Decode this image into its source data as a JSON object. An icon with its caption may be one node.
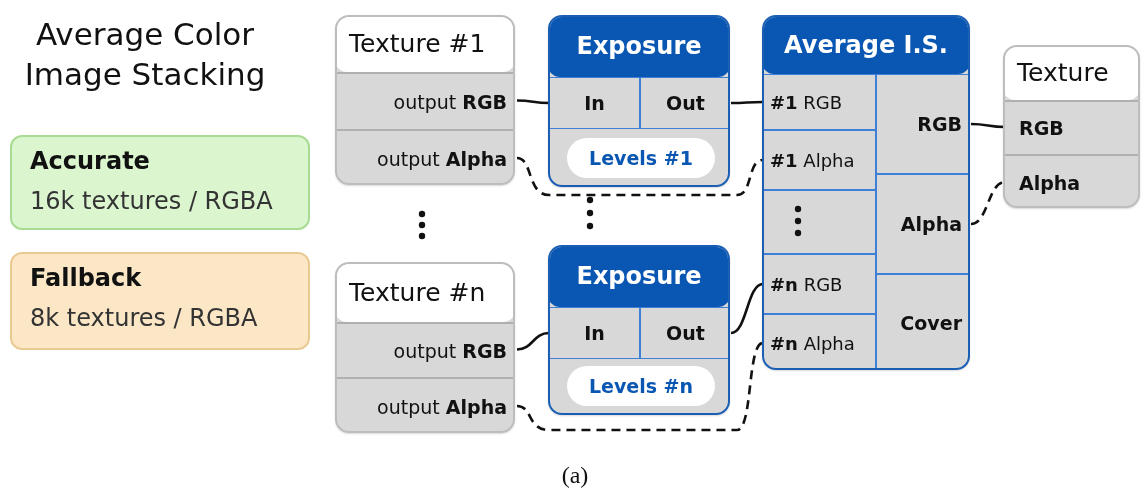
{
  "diagram": {
    "title": "Average Color Image Stacking",
    "caption": "(a)",
    "nodes": [
      {
        "text": [
          "Accurate",
          "16k textures / RGBA"
        ]
      },
      {
        "text": [
          "Fallback",
          "8k textures / RGBA"
        ]
      },
      {
        "text": [
          "Texture #1"
        ]
      },
      {
        "text": [
          "output **RGB**"
        ],
        "in": 2
      },
      {
        "text": [
          "output **Alpha**"
        ],
        "in": 2
      },
      {
        "text": [
          "Texture #n"
        ]
      },
      {
        "text": [
          "output **RGB**"
        ],
        "in": 5
      },
      {
        "text": [
          "output **Alpha**"
        ],
        "in": 5
      },
      {
        "text": [
          "Exposure"
        ]
      },
      {
        "text": [
          "In"
        ],
        "in": 8
      },
      {
        "text": [
          "Out"
        ],
        "in": 8
      },
      {
        "text": [
          "Levels #1"
        ],
        "in": 8
      },
      {
        "text": [
          "Exposure"
        ]
      },
      {
        "text": [
          "In"
        ],
        "in": 12
      },
      {
        "text": [
          "Out"
        ],
        "in": 12
      },
      {
        "text": [
          "Levels #n"
        ],
        "in": 12
      },
      {
        "text": [
          "Average I.S."
        ]
      },
      {
        "text": [
          "**#1** RGB"
        ],
        "in": 16
      },
      {
        "text": [
          "**#1** Alpha"
        ],
        "in": 16
      },
      {
        "text": [],
        "shape": "box",
        "in": 16
      },
      {
        "text": [
          "**#n** RGB"
        ],
        "in": 16
      },
      {
        "text": [
          "**#n** Alpha"
        ],
        "in": 16
      },
      {
        "text": [
          "RGB"
        ],
        "in": 16
      },
      {
        "text": [
          "Alpha"
        ],
        "in": 16
      },
      {
        "text": [
          "Cover"
        ],
        "in": 16
      },
      {
        "text": [
          "Texture"
        ]
      },
      {
        "text": [
          "RGB"
        ],
        "in": 25
      },
      {
        "text": [
          "Alpha"
        ],
        "in": 25
      }
    ],
    "edges": [
      {
        "from": 3,
        "to": 9,
        "arrow": "none"
      },
      {
        "from": 10,
        "to": 17,
        "arrow": "none"
      },
      {
        "from": 4,
        "to": 18,
        "arrow": "none",
        "style": "dashed"
      },
      {
        "from": 6,
        "to": 13,
        "arrow": "none"
      },
      {
        "from": 14,
        "to": 20,
        "arrow": "none"
      },
      {
        "from": 7,
        "to": 21,
        "arrow": "none",
        "style": "dashed"
      },
      {
        "from": 22,
        "to": 26,
        "arrow": "none"
      },
      {
        "from": 23,
        "to": 27,
        "arrow": "none",
        "style": "dashed"
      }
    ]
  }
}
